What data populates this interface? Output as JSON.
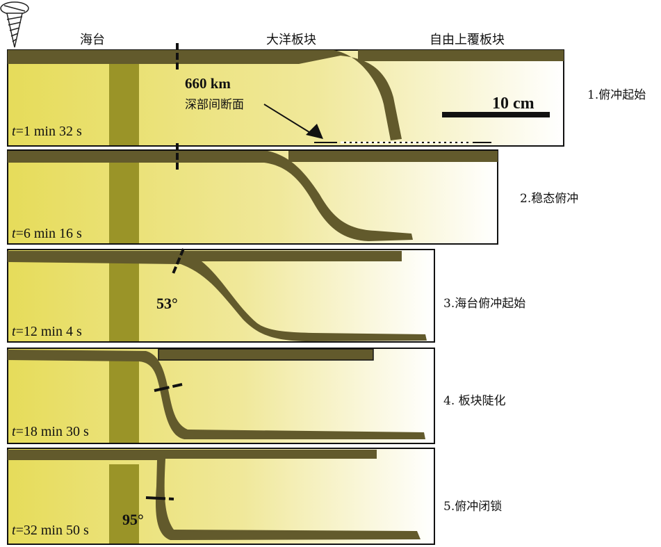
{
  "header_labels": {
    "plateau": "海台",
    "oceanic_plate": "大洋板块",
    "overriding_plate": "自由上覆板块"
  },
  "annotations": {
    "depth": "660 km",
    "depth_desc": "深部间断面",
    "scale": "10 cm",
    "angle_3": "53°",
    "angle_5": "95°"
  },
  "panels": [
    {
      "t_var": "t",
      "time": "=1 min 32 s",
      "stage": "1.俯冲起始"
    },
    {
      "t_var": "t",
      "time": "=6 min 16 s",
      "stage": "2.稳态俯冲"
    },
    {
      "t_var": "t",
      "time": "=12 min 4 s",
      "stage": "3.海台俯冲起始"
    },
    {
      "t_var": "t",
      "time": "=18 min 30 s",
      "stage": "4. 板块陡化"
    },
    {
      "t_var": "t",
      "time": "=32 min 50 s",
      "stage": "5.俯冲闭锁"
    }
  ],
  "colors": {
    "plate": "#625a2c",
    "plateau": "#9a9428",
    "mantle_left": "#e6dc5a",
    "mantle_right": "#ffffff"
  }
}
